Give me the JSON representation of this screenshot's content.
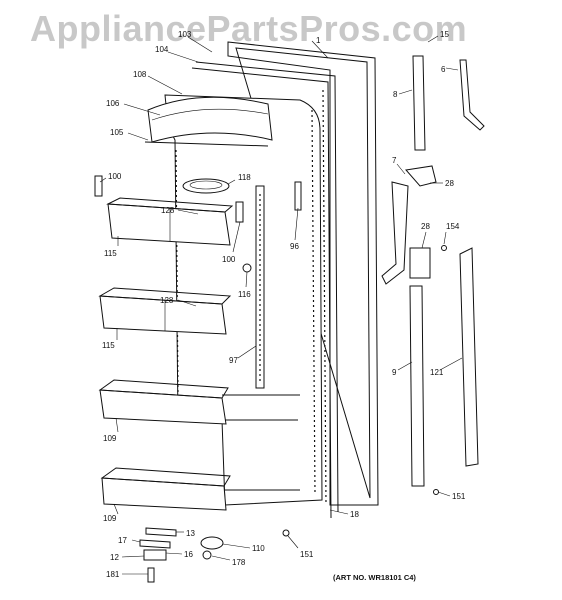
{
  "watermark": "AppliancePartsPros.com",
  "art_no": "(ART NO. WR18101 C4)",
  "callouts": {
    "c103": "103",
    "c104": "104",
    "c1": "1",
    "c15": "15",
    "c6": "6",
    "c108": "108",
    "c8": "8",
    "c106": "106",
    "c105": "105",
    "c7": "7",
    "c100a": "100",
    "c118": "118",
    "c28a": "28",
    "c128a": "128",
    "c96": "96",
    "c115a": "115",
    "c100b": "100",
    "c28b": "28",
    "c154": "154",
    "c116": "116",
    "c128b": "128",
    "c115b": "115",
    "c97": "97",
    "c9": "9",
    "c121": "121",
    "c109a": "109",
    "c151a": "151",
    "c109b": "109",
    "c18": "18",
    "c13": "13",
    "c17": "17",
    "c16": "16",
    "c110": "110",
    "c12": "12",
    "c151b": "151",
    "c178": "178",
    "c181": "181"
  }
}
